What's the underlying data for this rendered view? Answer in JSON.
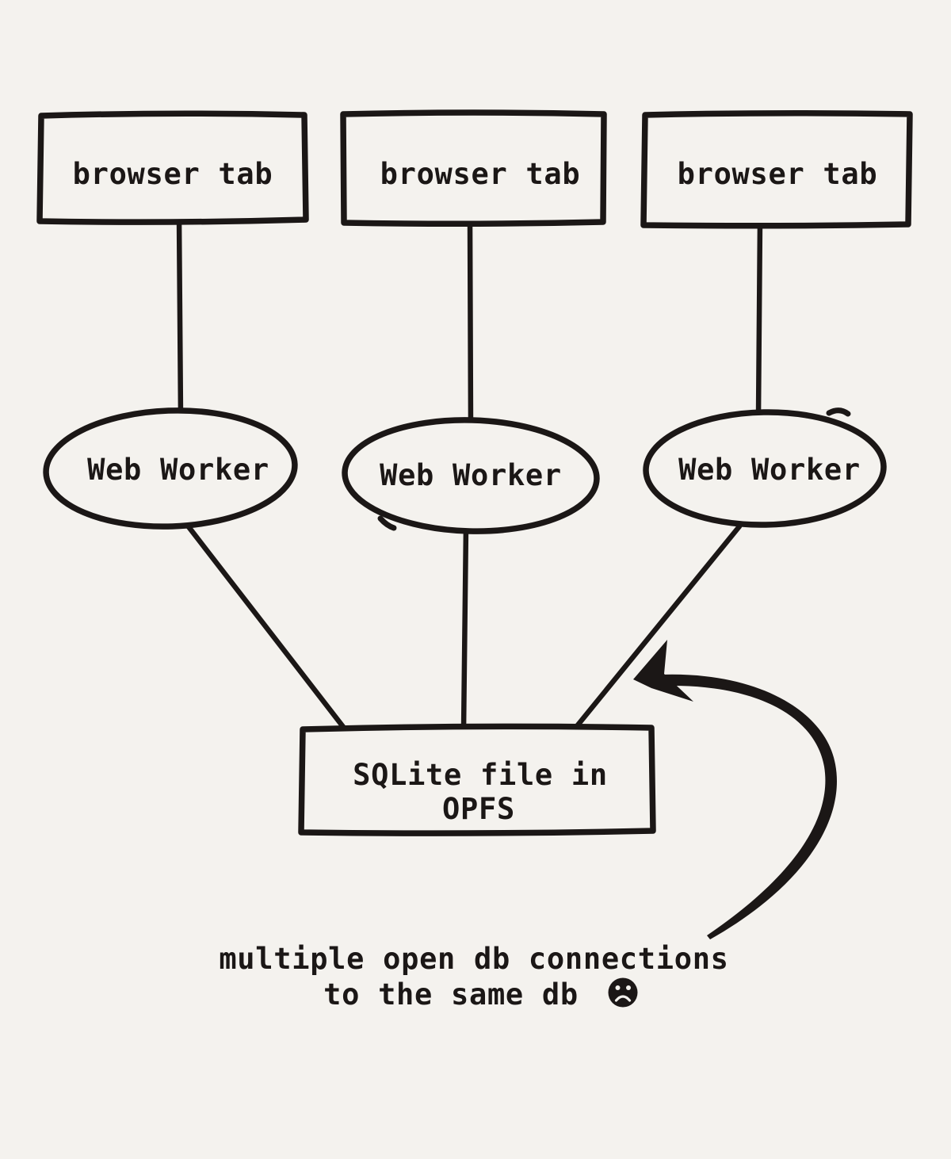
{
  "colors": {
    "background": "#f4f2ee",
    "ink": "#1b1716"
  },
  "nodes": {
    "browser_tabs": [
      {
        "label": "browser tab"
      },
      {
        "label": "browser tab"
      },
      {
        "label": "browser tab"
      }
    ],
    "web_workers": [
      {
        "label": "Web Worker"
      },
      {
        "label": "Web Worker"
      },
      {
        "label": "Web Worker"
      }
    ],
    "sqlite_file": {
      "line1": "SQLite file in",
      "line2": "OPFS"
    }
  },
  "caption": {
    "line1": "multiple open db connections",
    "line2": "to the same db",
    "emoji": "frowning-face"
  }
}
